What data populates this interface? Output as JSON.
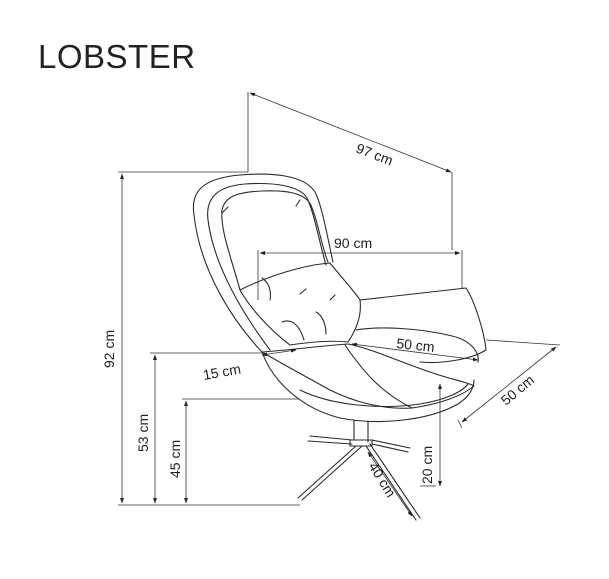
{
  "product": {
    "name": "LOBSTER"
  },
  "dimensions": {
    "depth_total": "97 cm",
    "width_total": "90 cm",
    "height_total": "92 cm",
    "armrest_height": "53 cm",
    "seat_height": "45 cm",
    "seat_width": "50 cm",
    "seat_depth": "50 cm",
    "armrest_width": "15 cm",
    "base_height": "20 cm",
    "base_radius": "40 cm"
  },
  "colors": {
    "line": "#2a2a2a",
    "text": "#222222",
    "background": "#ffffff"
  }
}
